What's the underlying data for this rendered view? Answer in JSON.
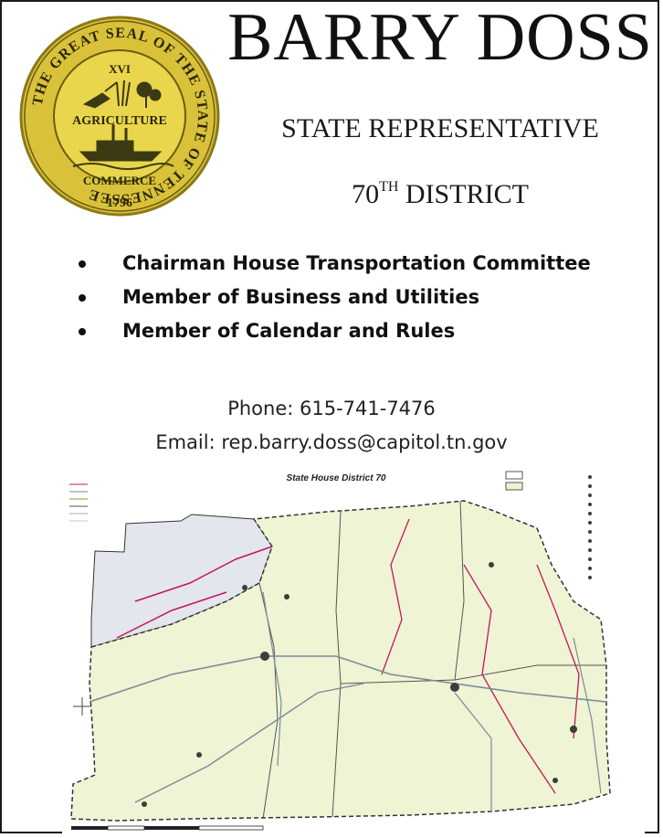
{
  "seal": {
    "outer_text": "THE GREAT SEAL OF THE STATE OF TENNESSEE",
    "numeral": "XVI",
    "agriculture": "AGRICULTURE",
    "commerce": "COMMERCE",
    "year": "1796"
  },
  "header": {
    "name": "BARRY DOSS",
    "title": "STATE REPRESENTATIVE",
    "district_number": "70",
    "district_suffix": "TH",
    "district_word": "DISTRICT"
  },
  "roles": [
    "Chairman House Transportation Committee",
    "Member of Business and Utilities",
    "Member of Calendar and Rules"
  ],
  "contact": {
    "phone": "Phone: 615-741-7476",
    "email": "Email: rep.barry.doss@capitol.tn.gov"
  },
  "map": {
    "title": "State House District 70",
    "border_color": "#333333",
    "road_color": "#c2185b",
    "region_fill": "#eef4d4",
    "outside_fill": "#e4e6ee"
  }
}
